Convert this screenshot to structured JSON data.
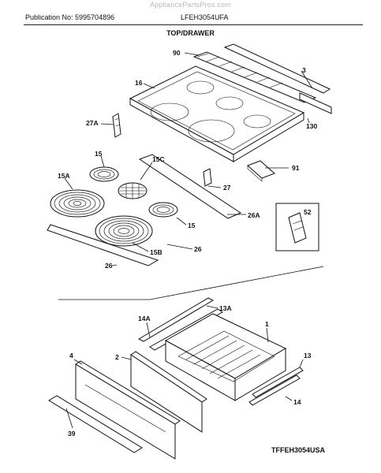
{
  "header": {
    "watermark": "AppliancePartsPros.com",
    "publication": "Publication No: 5995704896",
    "model": "LFEH3054UFA",
    "section_title": "TOP/DRAWER"
  },
  "callouts": {
    "c90": "90",
    "c3": "3",
    "c16": "16",
    "c130": "130",
    "c27A": "27A",
    "c15_top": "15",
    "c15C": "15C",
    "c91": "91",
    "c15A": "15A",
    "c27": "27",
    "c26A": "26A",
    "c52": "52",
    "c15_right": "15",
    "c26_right": "26",
    "c15B": "15B",
    "c26_bottom": "26",
    "c13A": "13A",
    "c14A": "14A",
    "c1": "1",
    "c4": "4",
    "c2": "2",
    "c13": "13",
    "c14": "14",
    "c39": "39"
  },
  "footer": {
    "diagram_code": "TFFEH3054USA"
  }
}
